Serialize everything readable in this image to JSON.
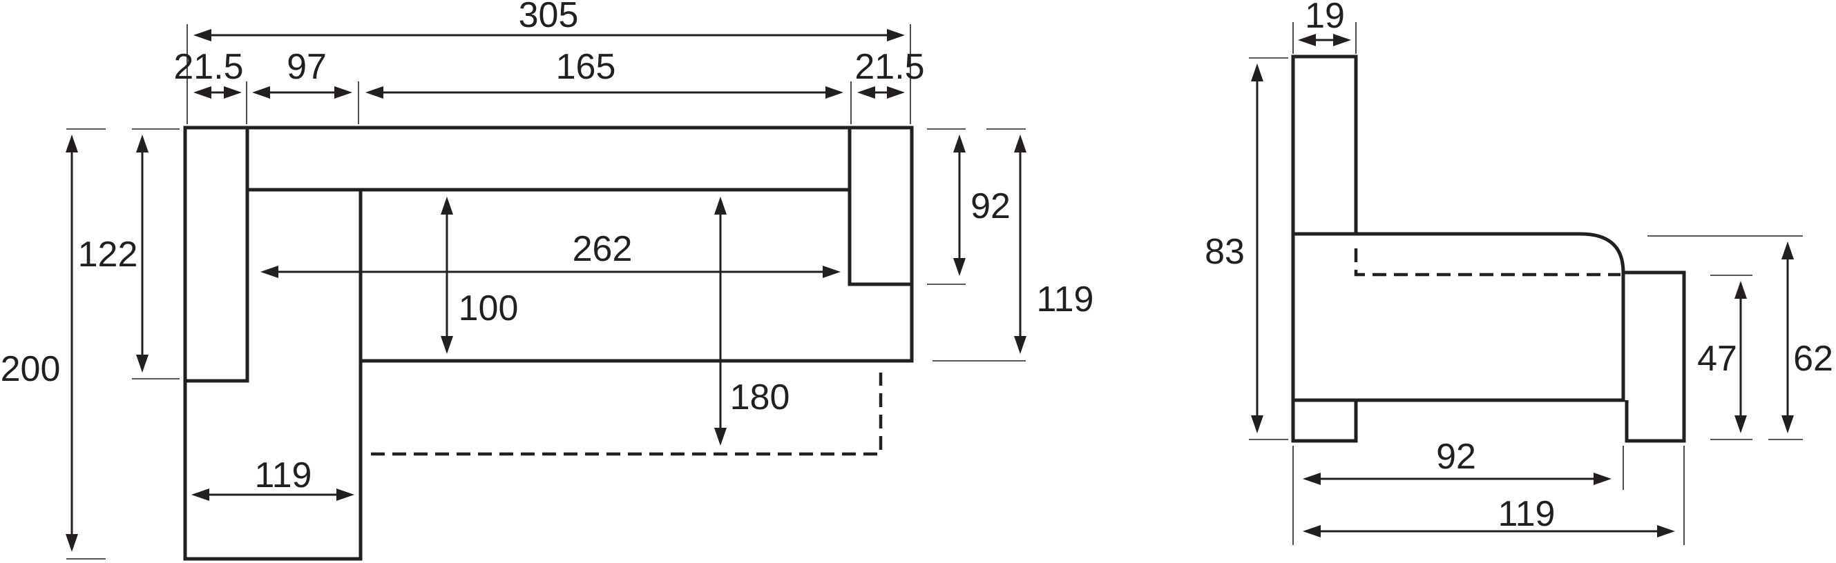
{
  "top_view": {
    "overall_width": "305",
    "segment_left_arm": "21.5",
    "segment_chaise_seat": "97",
    "segment_main_seat": "165",
    "segment_right_arm": "21.5",
    "back_to_front_left": "122",
    "overall_depth_chaise": "200",
    "armrest_depth_right": "92",
    "seat_depth_right": "119",
    "seat_depth_main": "100",
    "inner_width": "262",
    "bed_extended_depth": "180",
    "chaise_width": "119"
  },
  "side_view": {
    "back_thickness": "19",
    "total_height": "83",
    "seat_height": "47",
    "arm_height": "62",
    "seat_depth": "92",
    "total_depth": "119"
  }
}
